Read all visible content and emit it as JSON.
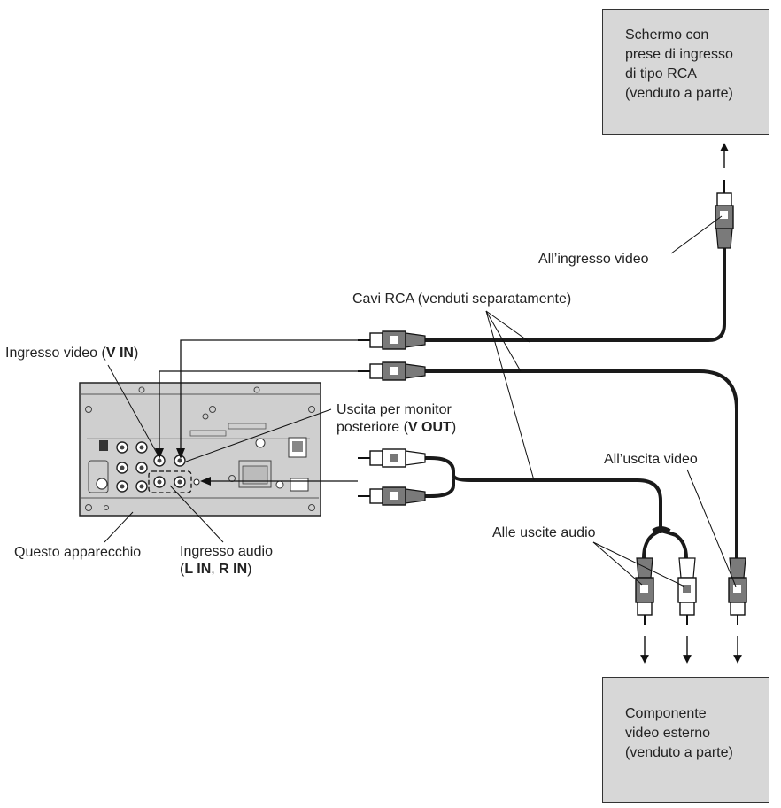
{
  "monitor_box": {
    "lines": [
      "Schermo con",
      "prese di ingresso",
      "di tipo RCA",
      "(venduto a parte)"
    ]
  },
  "external_box": {
    "lines": [
      "Componente",
      "video esterno",
      "(venduto a parte)"
    ]
  },
  "labels": {
    "video_input": "All’ingresso video",
    "rca_cables": "Cavi RCA (venduti separatamente)",
    "video_in_prefix": "Ingresso video (",
    "video_in_bold": "V IN",
    "video_in_suffix": ")",
    "rear_out_line1": "Uscita per monitor",
    "rear_out_prefix": "posteriore (",
    "rear_out_bold": "V OUT",
    "rear_out_suffix": ")",
    "video_output": "All’uscita video",
    "audio_outputs": "Alle uscite audio",
    "this_unit": "Questo apparecchio",
    "audio_in_line1": "Ingresso audio",
    "audio_in_open": "(",
    "audio_in_bold1": "L IN",
    "audio_in_comma": ", ",
    "audio_in_bold2": "R IN",
    "audio_in_close": ")"
  },
  "colors": {
    "cable": "#1a1a1a",
    "box_fill": "#d7d7d7",
    "unit_fill": "#cfcfcf",
    "plug_dark": "#7a7a7a"
  }
}
